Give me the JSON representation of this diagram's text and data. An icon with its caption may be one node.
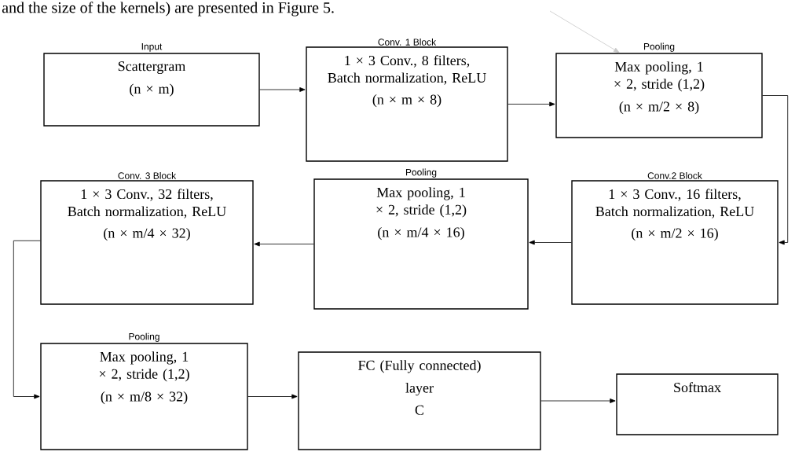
{
  "diagram": {
    "nodes": [
      {
        "text": [
          "Input",
          "Scattergram",
          "(n × m)"
        ]
      },
      {
        "text": [
          "Conv. 1 Block",
          "1 × 3 Conv., 8 filters, Batch normalization, ReLU",
          "(n × m × 8)"
        ]
      },
      {
        "text": [
          "Pooling",
          "Max pooling, 1 × 2, stride (1,2)",
          "(n × m/2 × 8)"
        ]
      },
      {
        "text": [
          "Conv. 3 Block",
          "1 × 3 Conv., 32 filters, Batch normalization, ReLU",
          "(n × m/4 × 32)"
        ]
      },
      {
        "text": [
          "Pooling",
          "Max pooling, 1 × 2, stride (1,2)",
          "(n × m/4 × 16)"
        ]
      },
      {
        "text": [
          "Conv.2 Block",
          "1 × 3 Conv., 16 filters, Batch normalization, ReLU",
          "(n × m/2 × 16)"
        ]
      },
      {
        "text": [
          "Pooling",
          "Max pooling, 1 × 2, stride (1,2)",
          "(n × m/8 × 32)"
        ]
      },
      {
        "text": [
          "FC (Fully connected)",
          "layer",
          "C"
        ]
      },
      {
        "text": [
          "Softmax"
        ]
      }
    ],
    "edges": [
      {
        "from": 0,
        "to": 1,
        "arrow": "to"
      },
      {
        "from": 1,
        "to": 2,
        "arrow": "to"
      },
      {
        "from": 2,
        "to": 5,
        "arrow": "to"
      },
      {
        "from": 5,
        "to": 4,
        "arrow": "to"
      },
      {
        "from": 4,
        "to": 3,
        "arrow": "to"
      },
      {
        "from": 3,
        "to": 6,
        "arrow": "to"
      },
      {
        "from": 6,
        "to": 7,
        "arrow": "to"
      },
      {
        "from": 7,
        "to": 8,
        "arrow": "to"
      },
      {
        "from": null,
        "to": 2,
        "arrow": "to",
        "color": "#c8c8c8"
      }
    ],
    "labels": [
      "and the size of the kernels) are presented in Figure 5."
    ]
  }
}
